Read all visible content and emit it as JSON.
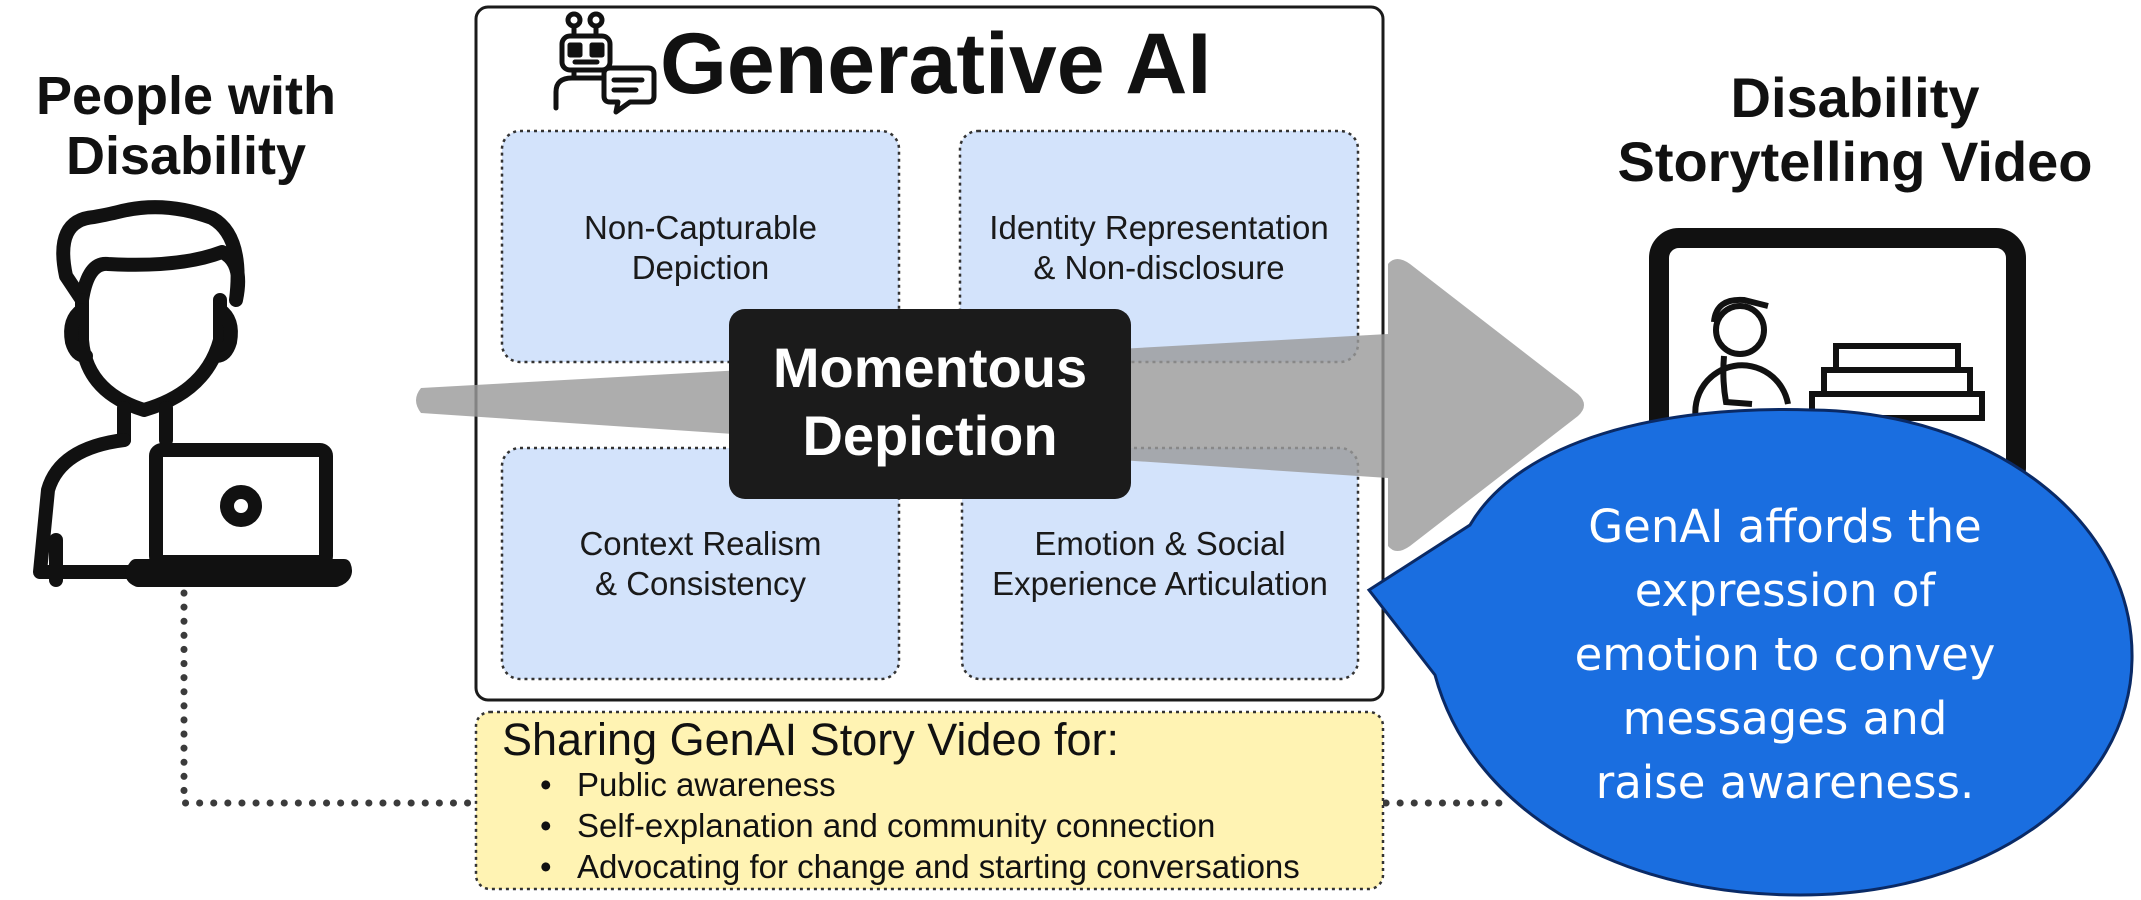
{
  "left_actor": {
    "title_lines": [
      "People with",
      "Disability"
    ],
    "icon": "person-with-laptop-icon"
  },
  "center": {
    "title": "Generative AI",
    "icon": "robot-chat-icon",
    "quadrants": [
      {
        "lines": [
          "Non-Capturable",
          "Depiction"
        ]
      },
      {
        "lines": [
          "Identity Representation",
          "& Non-disclosure"
        ]
      },
      {
        "lines": [
          "Context Realism",
          "& Consistency"
        ]
      },
      {
        "lines": [
          "Emotion & Social",
          "Experience Articulation"
        ]
      }
    ],
    "badge_lines": [
      "Momentous",
      "Depiction"
    ]
  },
  "sharing": {
    "title": "Sharing GenAI Story Video for:",
    "bullet": "•",
    "items": [
      "Public awareness",
      "Self-explanation and community connection",
      "Advocating for change and starting conversations"
    ]
  },
  "right_output": {
    "title_lines": [
      "Disability",
      "Storytelling Video"
    ],
    "icon": "video-frame-wheelchair-stairs-icon"
  },
  "speech_bubble": {
    "lines": [
      "GenAI affords the",
      "expression of",
      "emotion to convey",
      "messages and",
      "raise awareness."
    ]
  },
  "colors": {
    "quadrant_fill": "#d3e3fb",
    "card_fill": "#fff3b3",
    "badge_fill": "#1b1b1b",
    "arrow": "#a3a3a3",
    "bubble": "#1a6ee0",
    "text": "#111111"
  }
}
